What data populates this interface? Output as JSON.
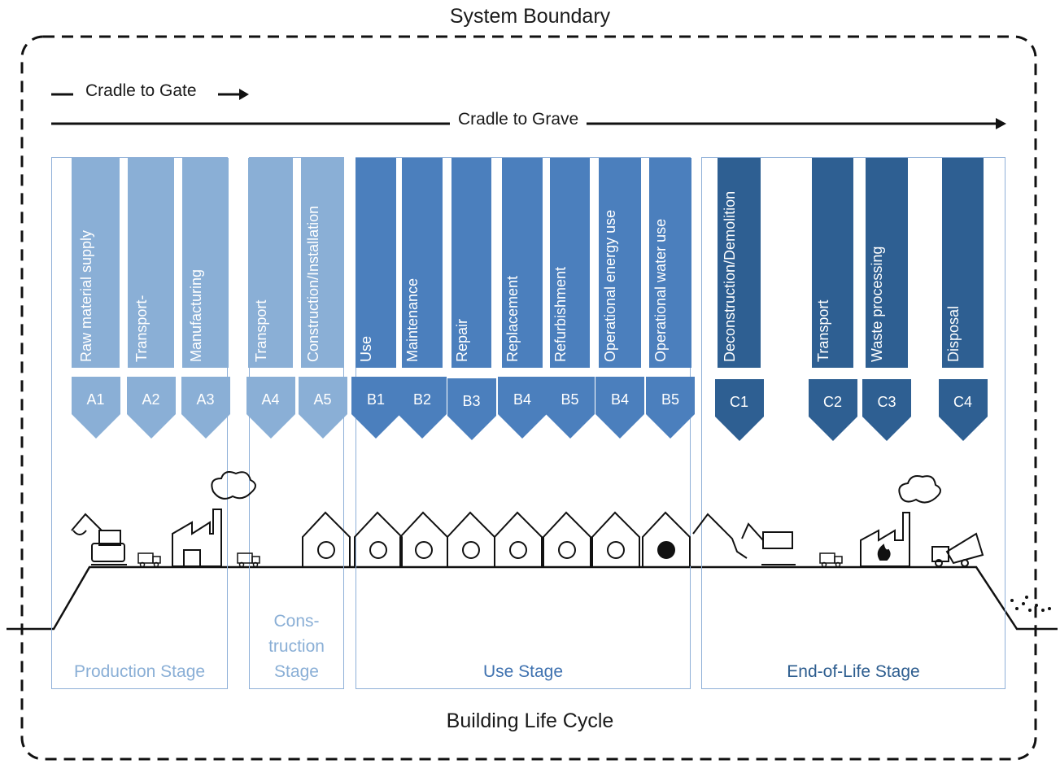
{
  "title": "System Boundary",
  "footer": "Building Life Cycle",
  "arrows": {
    "cradle_to_gate": "Cradle to Gate",
    "cradle_to_grave": "Cradle to Grave"
  },
  "colors": {
    "production": "#8aafd6",
    "use": "#4b7fbd",
    "eol": "#2e5f92",
    "production_text": "#8aafd6",
    "use_text": "#3f72b0",
    "eol_text": "#2d5d8f"
  },
  "stages": {
    "production": "Production Stage",
    "construction": [
      "Cons-",
      "truction",
      "Stage"
    ],
    "use": "Use Stage",
    "eol": "End-of-Life Stage"
  },
  "modules": [
    {
      "code": "A1",
      "label": "Raw material supply",
      "group": "production"
    },
    {
      "code": "A2",
      "label": "Transport-",
      "group": "production"
    },
    {
      "code": "A3",
      "label": "Manufacturing",
      "group": "production"
    },
    {
      "code": "A4",
      "label": "Transport",
      "group": "production"
    },
    {
      "code": "A5",
      "label": "Construction/Installation",
      "group": "production"
    },
    {
      "code": "B1",
      "label": "Use",
      "group": "use"
    },
    {
      "code": "B2",
      "label": "Maintenance",
      "group": "use"
    },
    {
      "code": "B3",
      "label": "Repair",
      "group": "use"
    },
    {
      "code": "B4",
      "label": "Replacement",
      "group": "use"
    },
    {
      "code": "B5",
      "label": "Refurbishment",
      "group": "use"
    },
    {
      "code": "B4",
      "label": "Operational energy use",
      "group": "use"
    },
    {
      "code": "B5",
      "label": "Operational water use",
      "group": "use"
    },
    {
      "code": "C1",
      "label": "Deconstruction/Demolition",
      "group": "eol"
    },
    {
      "code": "C2",
      "label": "Transport",
      "group": "eol"
    },
    {
      "code": "C3",
      "label": "Waste processing",
      "group": "eol"
    },
    {
      "code": "C4",
      "label": "Disposal",
      "group": "eol"
    }
  ],
  "icons": [
    "excavator-icon",
    "truck-icon",
    "factory-icon",
    "truck-icon",
    "house-construction-icon",
    "house-use-icon",
    "house-maintenance-icon",
    "house-repair-icon",
    "house-replacement-icon",
    "house-refurbishment-icon",
    "house-energy-icon",
    "house-water-icon",
    "demolition-icon",
    "truck-icon",
    "waste-factory-icon",
    "dump-truck-icon"
  ]
}
